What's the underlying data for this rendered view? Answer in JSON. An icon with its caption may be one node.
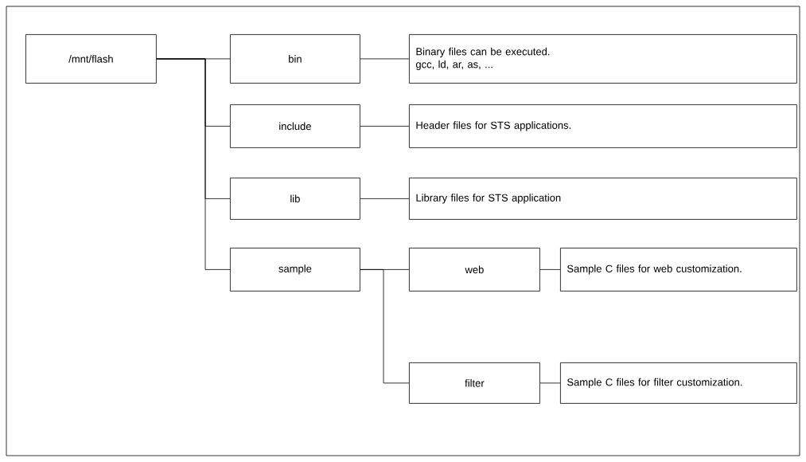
{
  "diagram": {
    "nodes": [
      {
        "text": [
          "/mnt/flash"
        ]
      },
      {
        "text": [
          "bin"
        ]
      },
      {
        "text": [
          "Binary files can be executed.",
          "gcc, ld, ar, as, ..."
        ]
      },
      {
        "text": [
          "include"
        ]
      },
      {
        "text": [
          "Header files for STS applications."
        ]
      },
      {
        "text": [
          "lib"
        ]
      },
      {
        "text": [
          "Library files for STS application"
        ]
      },
      {
        "text": [
          "sample"
        ]
      },
      {
        "text": [
          "web"
        ]
      },
      {
        "text": [
          "Sample C files for web customization."
        ]
      },
      {
        "text": [
          "filter"
        ]
      },
      {
        "text": [
          "Sample C files for filter customization."
        ]
      }
    ],
    "edges": [
      {
        "from": 0,
        "to": 1,
        "arrow": "none"
      },
      {
        "from": 0,
        "to": 3,
        "arrow": "none"
      },
      {
        "from": 0,
        "to": 5,
        "arrow": "none"
      },
      {
        "from": 0,
        "to": 7,
        "arrow": "none"
      },
      {
        "from": 1,
        "to": 2,
        "arrow": "none"
      },
      {
        "from": 3,
        "to": 4,
        "arrow": "none"
      },
      {
        "from": 5,
        "to": 6,
        "arrow": "none"
      },
      {
        "from": 7,
        "to": 8,
        "arrow": "none"
      },
      {
        "from": 7,
        "to": 10,
        "arrow": "none"
      },
      {
        "from": 8,
        "to": 9,
        "arrow": "none"
      },
      {
        "from": 10,
        "to": 11,
        "arrow": "none"
      }
    ]
  }
}
